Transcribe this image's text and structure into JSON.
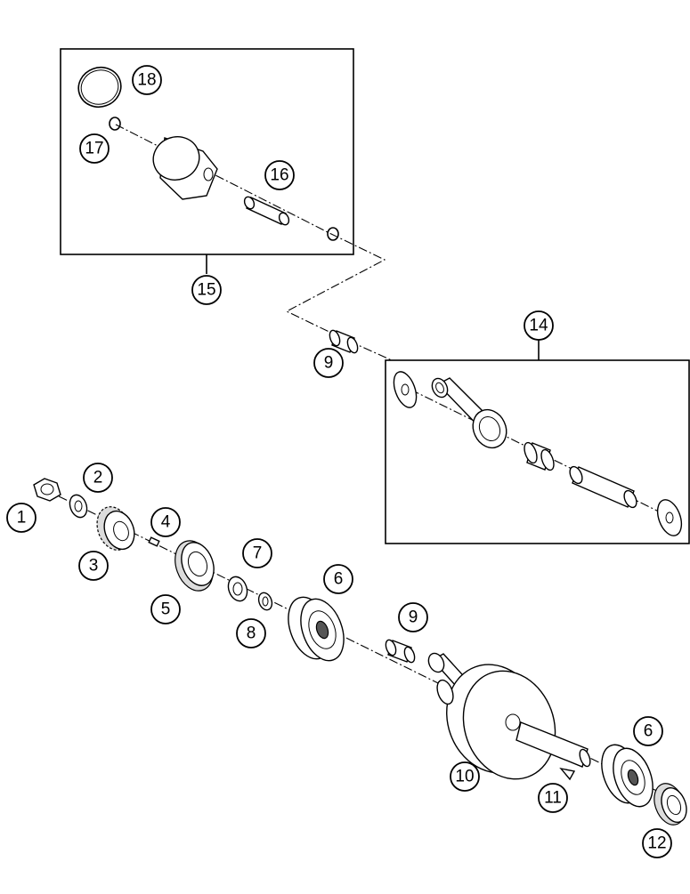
{
  "callouts": {
    "c1": "1",
    "c2": "2",
    "c3": "3",
    "c4": "4",
    "c5": "5",
    "c6a": "6",
    "c6b": "6",
    "c7": "7",
    "c8": "8",
    "c9a": "9",
    "c9b": "9",
    "c10": "10",
    "c11": "11",
    "c12": "12",
    "c14": "14",
    "c15": "15",
    "c16": "16",
    "c17": "17",
    "c18": "18"
  }
}
